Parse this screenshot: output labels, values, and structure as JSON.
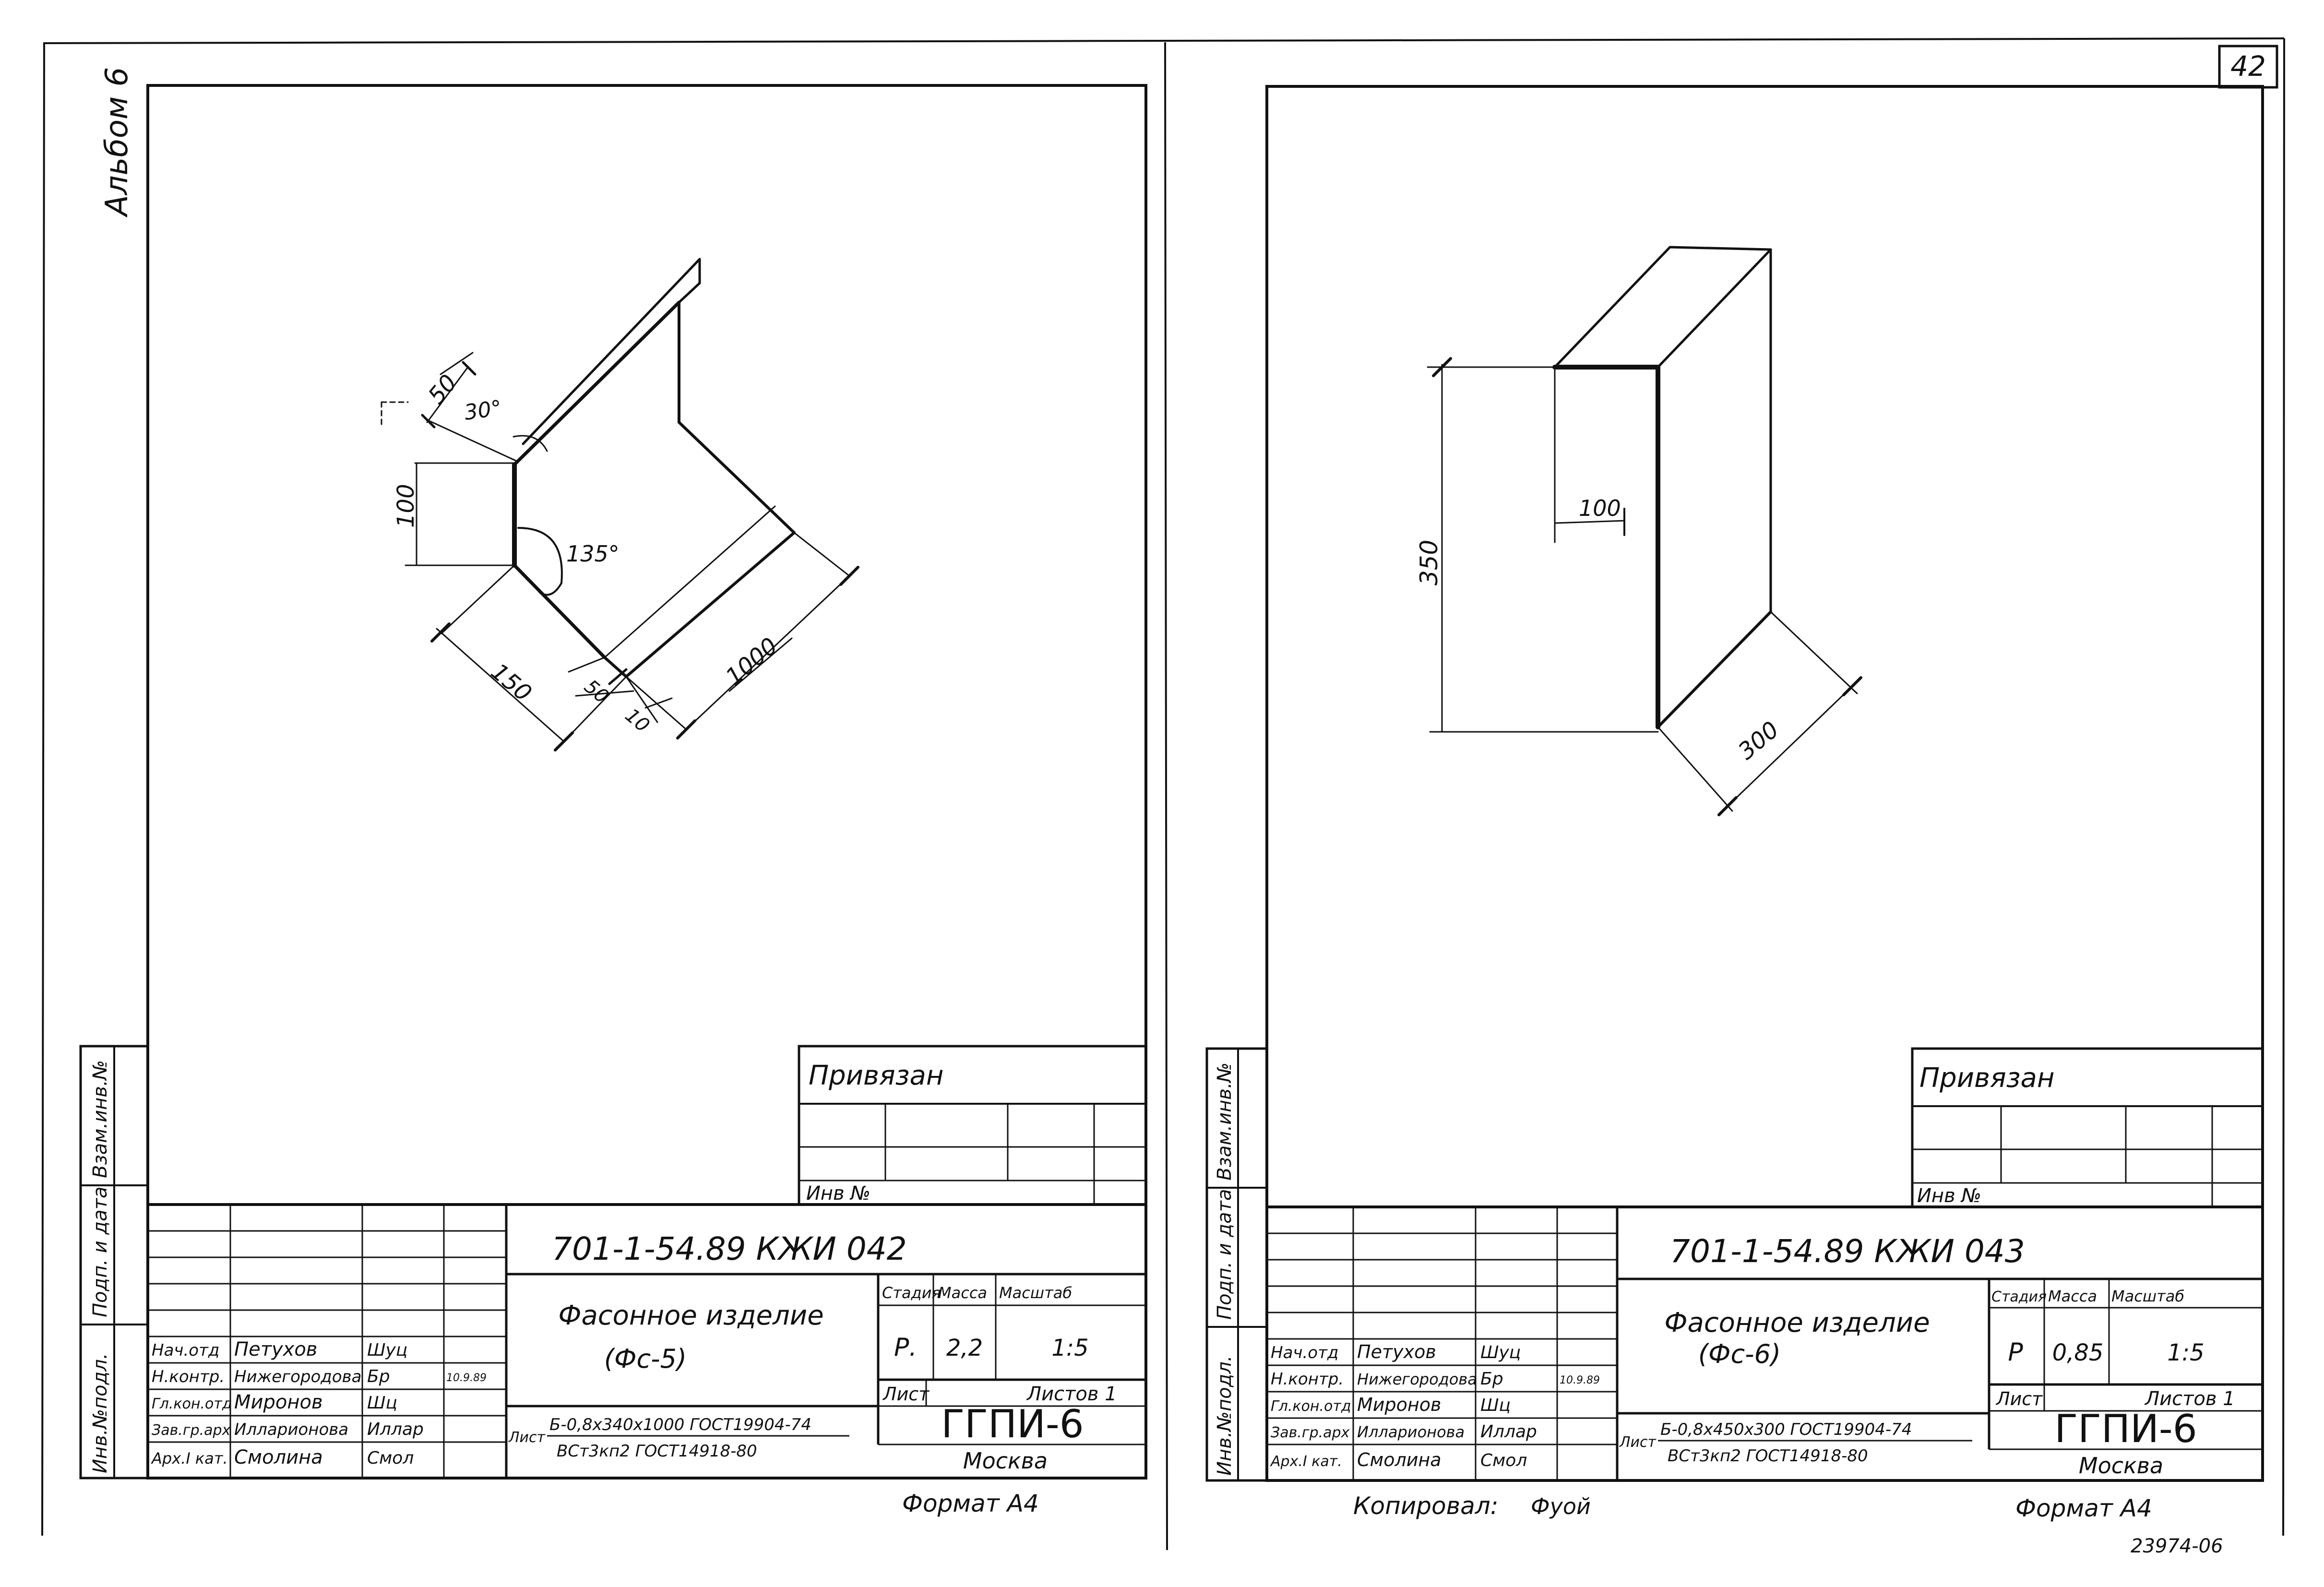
{
  "sheet_number": "42",
  "album_label": "Альбом 6",
  "side_labels": [
    "Взам.инв.№",
    "Подп. и дата",
    "Инв.№подл."
  ],
  "copied_by": "Копировал:",
  "copied_signature": "Фуой",
  "archive_number": "23974-06",
  "drawings": [
    {
      "id": "fs5",
      "attached_label": "Привязан",
      "inv_label": "Инв №",
      "doc_code": "701-1-54.89 КЖИ  042",
      "title_line1": "Фасонное изделие",
      "title_line2": "(Фс-5)",
      "stage_header": "Стадия",
      "mass_header": "Масса",
      "scale_header": "Масштаб",
      "stage": "Р.",
      "mass": "2,2",
      "scale": "1:5",
      "sheet_label": "Лист",
      "sheets_label": "Листов 1",
      "material_prefix": "Лист",
      "material_line1": "Б-0,8х340х1000 ГОСТ19904-74",
      "material_line2": "ВСт3кп2 ГОСТ14918-80",
      "org": "ГГПИ-6",
      "city": "Москва",
      "format": "Формат А4",
      "date": "10.9.89",
      "staff": [
        {
          "role": "Нач.отд",
          "name": "Петухов",
          "sign": "Шуц"
        },
        {
          "role": "Н.контр.",
          "name": "Нижегородова",
          "sign": "Бр"
        },
        {
          "role": "Гл.кон.отд",
          "name": "Миронов",
          "sign": "Шц"
        },
        {
          "role": "Зав.гр.арх",
          "name": "Илларионова",
          "sign": "Иллар"
        },
        {
          "role": "Арх.I кат.",
          "name": "Смолина",
          "sign": "Смол"
        }
      ],
      "dims": {
        "d50a": "50",
        "angle30": "30°",
        "d100": "100",
        "angle135": "135°",
        "d150": "150",
        "d50b": "50",
        "d10": "10",
        "d1000": "1000"
      }
    },
    {
      "id": "fs6",
      "attached_label": "Привязан",
      "inv_label": "Инв №",
      "doc_code": "701-1-54.89 КЖИ  043",
      "title_line1": "Фасонное изделие",
      "title_line2": "(Фс-6)",
      "stage_header": "Стадия",
      "mass_header": "Масса",
      "scale_header": "Масштаб",
      "stage": "Р",
      "mass": "0,85",
      "scale": "1:5",
      "sheet_label": "Лист",
      "sheets_label": "Листов 1",
      "material_prefix": "Лист",
      "material_line1": "Б-0,8х450х300 ГОСТ19904-74",
      "material_line2": "ВСт3кп2 ГОСТ14918-80",
      "org": "ГГПИ-6",
      "city": "Москва",
      "format": "Формат А4",
      "date": "10.9.89",
      "staff": [
        {
          "role": "Нач.отд",
          "name": "Петухов",
          "sign": "Шуц"
        },
        {
          "role": "Н.контр.",
          "name": "Нижегородова",
          "sign": "Бр"
        },
        {
          "role": "Гл.кон.отд",
          "name": "Миронов",
          "sign": "Шц"
        },
        {
          "role": "Зав.гр.арх",
          "name": "Илларионова",
          "sign": "Иллар"
        },
        {
          "role": "Арх.I кат.",
          "name": "Смолина",
          "sign": "Смол"
        }
      ],
      "dims": {
        "d350": "350",
        "d100": "100",
        "d300": "300"
      }
    }
  ]
}
